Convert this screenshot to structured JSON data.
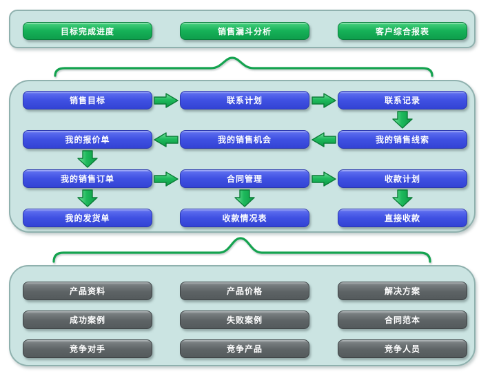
{
  "colors": {
    "page_bg": "#ffffff",
    "panel_fill": "#cbe4e2",
    "panel_border": "#8fb1ae",
    "green_button": "#16b158",
    "blue_button": "#3f50e2",
    "gray_button": "#5d6365",
    "arrow_green": "#1eb95c",
    "brace_green": "#14a34f",
    "button_text": "#ffffff"
  },
  "report_buttons": [
    "目标完成进度",
    "销售漏斗分析",
    "客户综合报表"
  ],
  "flow_rows": [
    [
      "销售目标",
      "联系计划",
      "联系记录"
    ],
    [
      "我的报价单",
      "我的销售机会",
      "我的销售线索"
    ],
    [
      "我的销售订单",
      "合同管理",
      "收款计划"
    ],
    [
      "我的发货单",
      "收款情况表",
      "直接收款"
    ]
  ],
  "knowledge_rows": [
    [
      "产品资料",
      "产品价格",
      "解决方案"
    ],
    [
      "成功案例",
      "失败案例",
      "合同范本"
    ],
    [
      "竞争对手",
      "竞争产品",
      "竞争人员"
    ]
  ]
}
